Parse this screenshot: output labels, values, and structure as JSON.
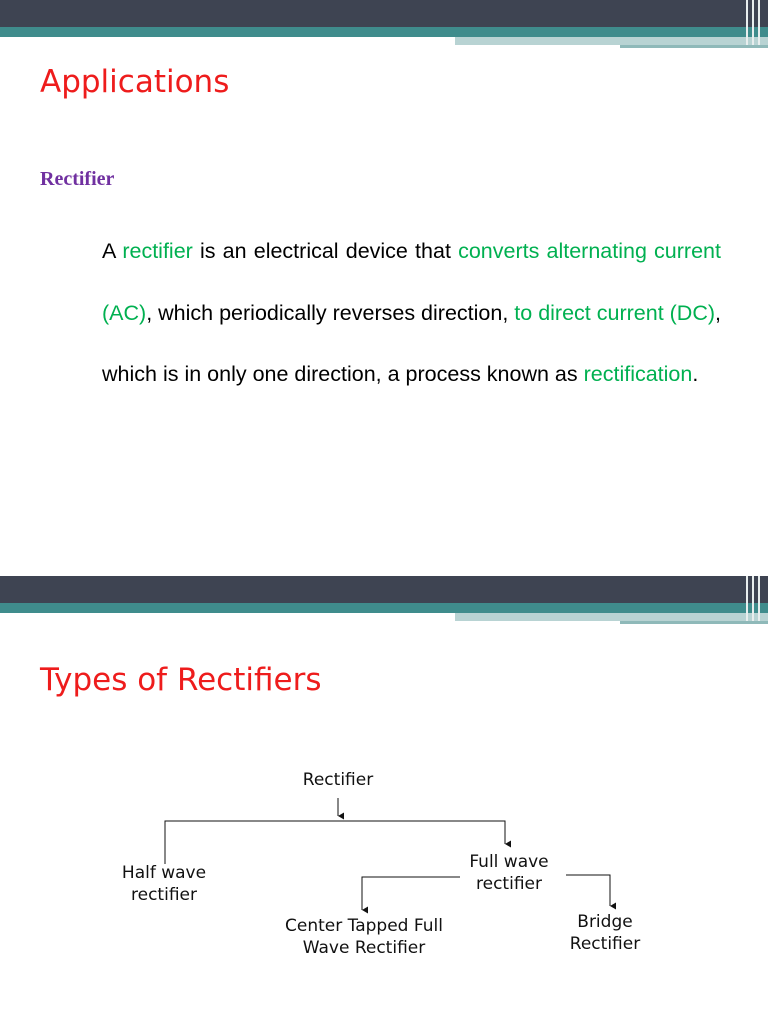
{
  "slide1": {
    "title": "Applications",
    "subheading": "Rectifier",
    "paragraph": {
      "s1": "A ",
      "s2": "rectifier",
      "s3": " is an electrical device that ",
      "s4": "converts alternating current (AC)",
      "s5": ", which periodically reverses direction, ",
      "s6": "to direct current (DC)",
      "s7": ", which is in only one direction, a process known as ",
      "s8": "rectification",
      "s9": "."
    }
  },
  "slide2": {
    "title": "Types of Rectifiers",
    "diagram": {
      "root": "Rectifier",
      "half_line1": "Half wave",
      "half_line2": "rectifier",
      "full_line1": "Full wave",
      "full_line2": "rectifier",
      "center_line1": "Center Tapped Full",
      "center_line2": "Wave Rectifier",
      "bridge_line1": "Bridge",
      "bridge_line2": "Rectifier"
    }
  },
  "colors": {
    "title_red": "#ee1c1c",
    "subheading_purple": "#7030a0",
    "highlight_green": "#00b050",
    "band_dark": "#3e4452",
    "band_teal": "#3f8c8c"
  }
}
